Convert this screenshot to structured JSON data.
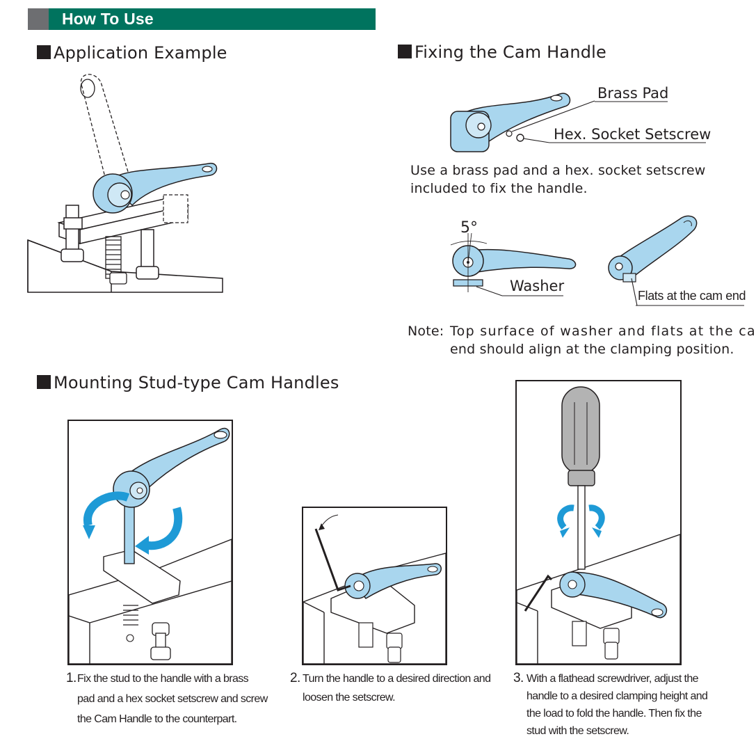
{
  "header": {
    "title": "How To Use"
  },
  "sections": {
    "application": {
      "title": "Application Example"
    },
    "fixing": {
      "title": "Fixing the Cam Handle",
      "labels": {
        "brass_pad": "Brass Pad",
        "setscrew": "Hex. Socket Setscrew",
        "angle": "5°",
        "washer": "Washer",
        "flats": "Flats at the cam end"
      },
      "description": [
        "Use a brass pad and a hex. socket setscrew",
        "included to fix the handle."
      ],
      "note": {
        "prefix": "Note:",
        "lines": [
          "Top surface of washer and flats at the cam",
          "end should align at the clamping position."
        ]
      }
    },
    "mounting": {
      "title": "Mounting Stud-type Cam Handles",
      "steps": [
        {
          "number": "1.",
          "lines": [
            "Fix the stud to the handle with a brass",
            "pad and a hex socket setscrew and screw",
            "the Cam Handle to the counterpart."
          ]
        },
        {
          "number": "2.",
          "lines": [
            "Turn the handle to a desired direction and",
            "loosen the setscrew."
          ]
        },
        {
          "number": "3.",
          "lines": [
            "With a flathead screwdriver, adjust the",
            "handle to a desired clamping height and",
            "the load to fold the handle. Then fix the",
            "stud with the setscrew."
          ]
        }
      ]
    }
  },
  "colors": {
    "header_green": "#00735e",
    "header_tab_gray": "#6d6e71",
    "handle_blue": "#a9d6ee",
    "arrow_blue": "#1e9ad6",
    "ink": "#231f20"
  }
}
